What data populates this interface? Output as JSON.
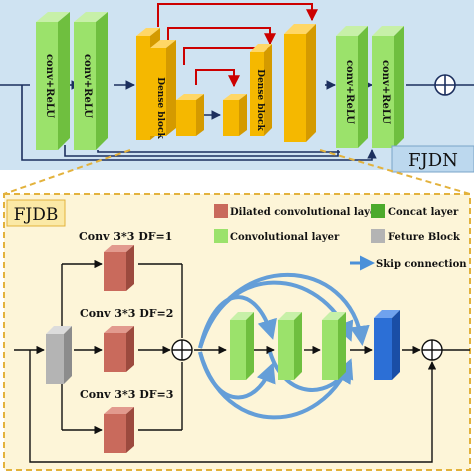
{
  "top": {
    "badge": "FJDN",
    "conv_label": "conv+ReLU",
    "dense_label": "Dense block"
  },
  "bottom": {
    "badge": "FJDB",
    "branches": [
      "Conv 3*3 DF=1",
      "Conv 3*3 DF=2",
      "Conv 3*3 DF=3"
    ],
    "legend": {
      "dilated": "Dilated convolutional layer",
      "concat": "Concat layer",
      "conv": "Convolutional layer",
      "feature": "Feture Block",
      "skip": "Skip connection"
    }
  },
  "colors": {
    "top_bg": "#cfe3f2",
    "bottom_bg": "#fdf5d8",
    "dashed_border": "#e3b23c",
    "conv_green": "#9be26b",
    "dense_orange": "#f5b800",
    "dilated_red": "#c96a5c",
    "concat_green": "#4caa2c",
    "feature_gray": "#b4b4b4",
    "final_blue": "#2c6fd6",
    "skip_arrow": "#4a90d9",
    "connection_red": "#cc0000",
    "line_dark": "#1c2f5e"
  }
}
